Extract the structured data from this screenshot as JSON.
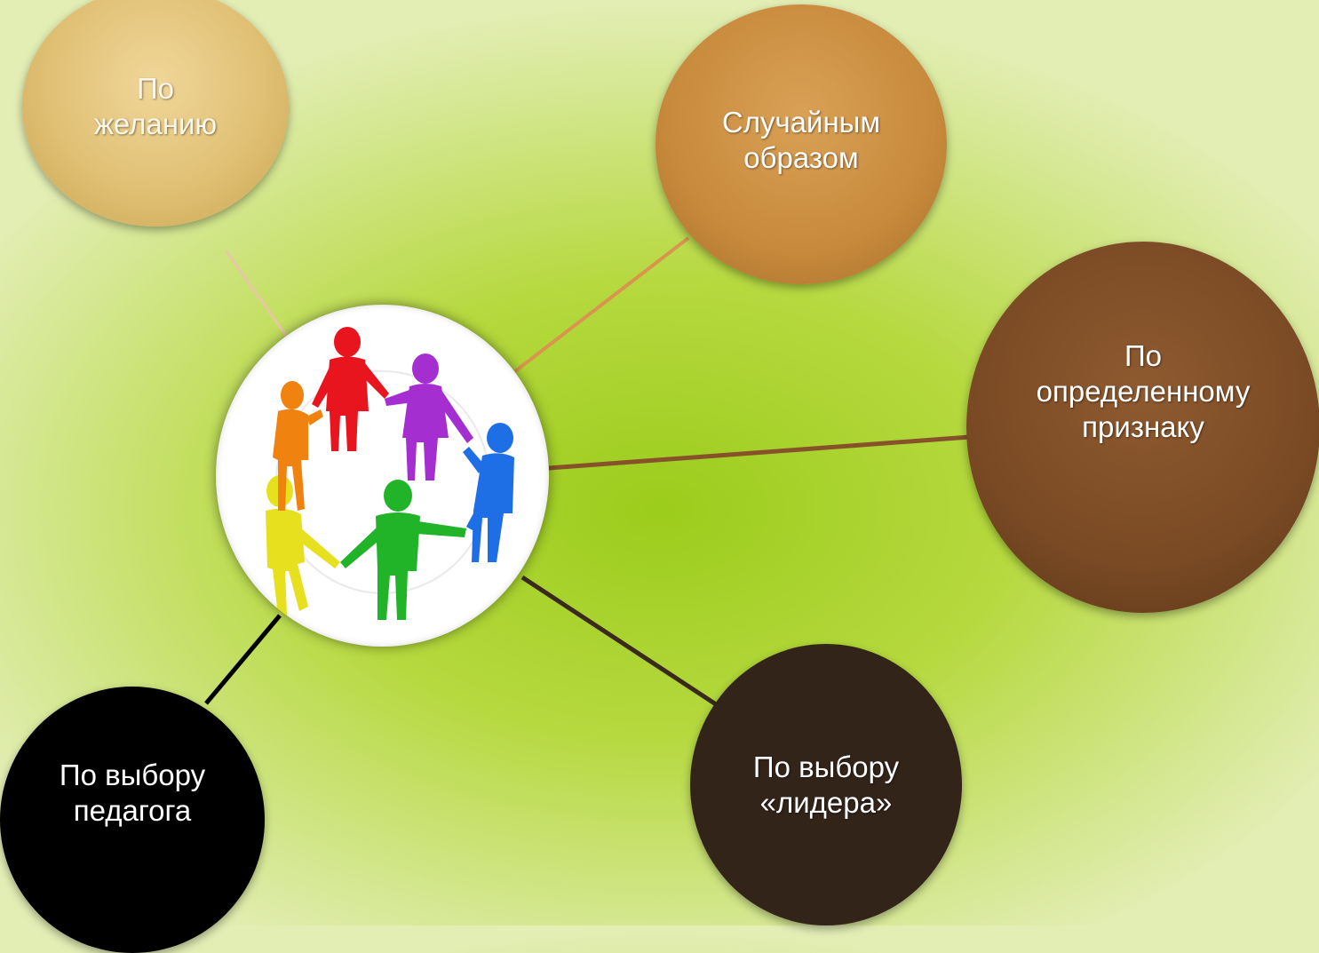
{
  "diagram": {
    "center": {
      "image": "people-in-circle-image"
    },
    "nodes": [
      {
        "id": "wish",
        "lines": [
          "По",
          "желанию"
        ],
        "color": "#e0c074"
      },
      {
        "id": "random",
        "lines": [
          "Случайным",
          "образом"
        ],
        "color": "#c88a3c"
      },
      {
        "id": "feature",
        "lines": [
          "По",
          "определенному",
          "признаку"
        ],
        "color": "#7a4a24"
      },
      {
        "id": "teacher",
        "lines": [
          "По выбору",
          "педагога"
        ],
        "color": "#000000"
      },
      {
        "id": "leader",
        "lines": [
          "По выбору",
          "«лидера»"
        ],
        "color": "#33241a"
      }
    ],
    "figures": [
      {
        "name": "red-figure",
        "color": "#e8141e"
      },
      {
        "name": "purple-figure",
        "color": "#a52ed0"
      },
      {
        "name": "blue-figure",
        "color": "#1e6ee6"
      },
      {
        "name": "green-figure",
        "color": "#22b428"
      },
      {
        "name": "yellow-figure",
        "color": "#e6e01e"
      },
      {
        "name": "orange-figure",
        "color": "#f0820f"
      }
    ]
  }
}
